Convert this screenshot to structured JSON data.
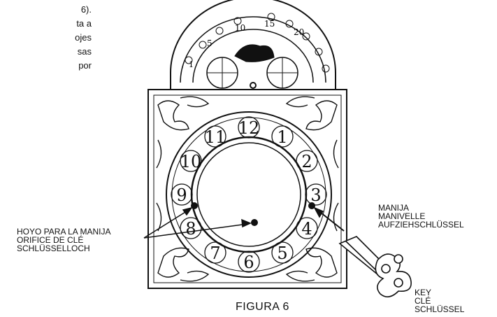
{
  "text_fragments": [
    "6).",
    "ta a",
    "ojes",
    "sas",
    "por"
  ],
  "labels": {
    "hole": [
      "HOYO PARA LA MANIJA",
      "ORIFICE DE CLÉ",
      "SCHLÜSSELLOCH"
    ],
    "crank": [
      "MANIJA",
      "MANIVELLE",
      "AUFZIEHSCHLÜSSEL"
    ],
    "key": [
      "KEY",
      "CLÉ",
      "SCHLÜSSEL"
    ]
  },
  "caption": "FIGURA 6",
  "dial": {
    "numerals": [
      "12",
      "1",
      "2",
      "3",
      "4",
      "5",
      "6",
      "7",
      "8",
      "9",
      "10",
      "11"
    ],
    "moon_numbers": [
      "1",
      "5",
      "10",
      "15",
      "20"
    ]
  },
  "icons": [
    "clock-dial-illustration",
    "winding-key-icon",
    "pointer-arrows"
  ],
  "colors": {
    "ink": "#111111",
    "paper": "#ffffff"
  }
}
